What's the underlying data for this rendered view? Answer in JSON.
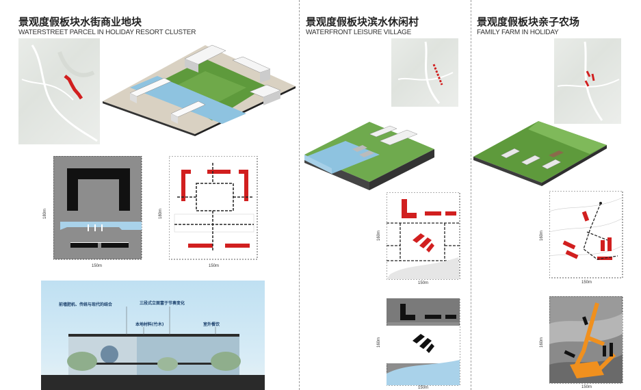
{
  "sections": [
    {
      "title_cn": "景观度假板块水街商业地块",
      "title_en": "WATERSTREET PARCEL IN HOLIDAY RESORT CLUSTER"
    },
    {
      "title_cn": "景观度假板块滨水休闲村",
      "title_en": "WATERFRONT LEISURE VILLAGE"
    },
    {
      "title_cn": "景观度假板块亲子农场",
      "title_en": "FAMILY FARM IN HOLIDAY"
    }
  ],
  "dimensions": {
    "width_150": "150m",
    "height_180": "180m",
    "height_160": "160m"
  },
  "elevation": {
    "label_1": "前墙肥机、传统与现代的结合",
    "label_2": "三段式立面富于节奏变化",
    "label_3": "本地材料(竹木)",
    "label_4": "室外餐饮"
  },
  "colors": {
    "accent_red": "#d11f1f",
    "accent_orange": "#f0901e",
    "water_blue": "#8ec3e0",
    "grass_green": "#5e9a3c",
    "plan_gray": "#8d8d8d"
  }
}
